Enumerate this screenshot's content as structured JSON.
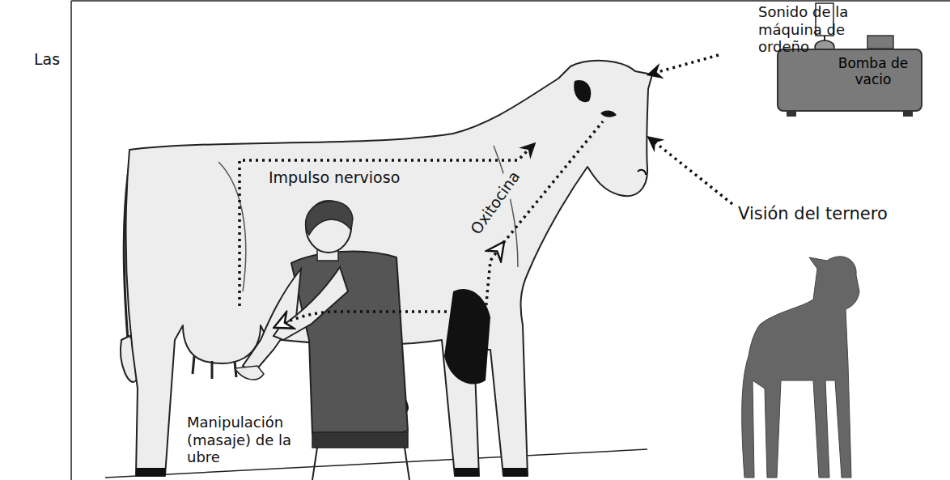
{
  "diagram": {
    "nodes": [
      {
        "text": [
          "Bomba de vacio"
        ]
      }
    ],
    "labels": [
      "Las",
      "Sonido de la máquina de ordeño",
      "Impulso nervioso",
      "Oxitocina",
      "Visión del ternero",
      "Manipulación (masaje) de la ubre"
    ]
  }
}
